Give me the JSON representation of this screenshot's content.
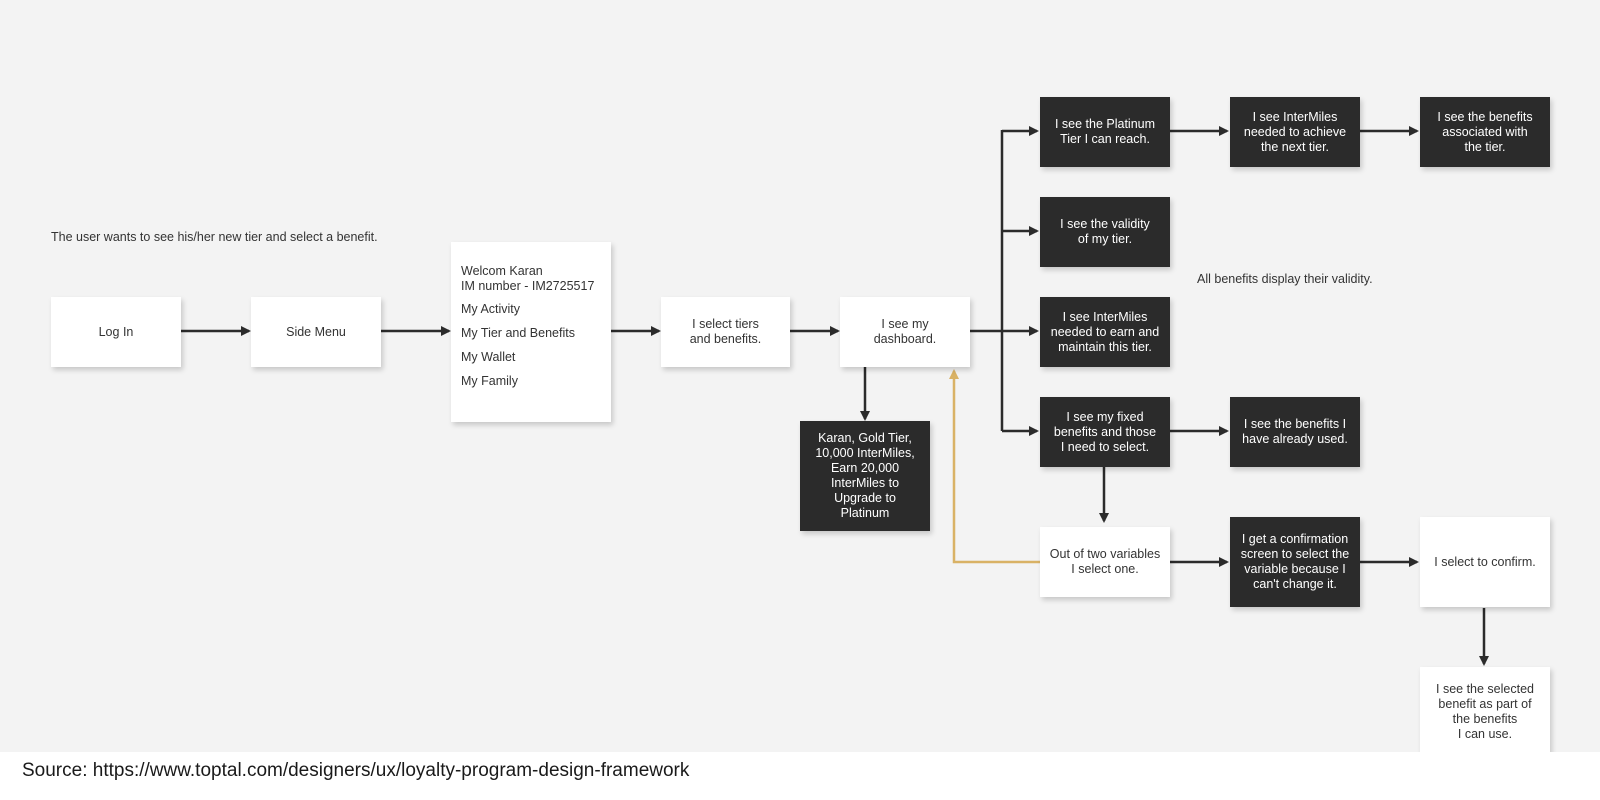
{
  "diagram": {
    "intro_note": "The user wants to see his/her new tier and select a benefit.",
    "validity_note": "All benefits display their validity.",
    "nodes": {
      "login": "Log In",
      "side_menu": "Side Menu",
      "menu_screen": {
        "header": "Welcom Karan\nIM number - IM2725517",
        "items": [
          "My Activity",
          "My Tier and Benefits",
          "My Wallet",
          "My Family"
        ]
      },
      "select_tiers": "I select tiers\nand benefits.",
      "dashboard": "I see my\ndashboard.",
      "dashboard_info": "Karan, Gold Tier,\n10,000 InterMiles,\nEarn 20,000\nInterMiles to\nUpgrade to\nPlatinum",
      "platinum_tier": "I see the Platinum\nTier I can reach.",
      "intermiles_next": "I see InterMiles\nneeded to achieve\nthe next tier.",
      "tier_benefits": "I see the benefits\nassociated with\nthe tier.",
      "validity": "I see the validity\nof my tier.",
      "maintain": "I see InterMiles\nneeded to earn and\nmaintain this tier.",
      "fixed_benefits": "I see my fixed\nbenefits and those\nI need to select.",
      "used_benefits": "I see the benefits I\nhave already used.",
      "two_variables": "Out of two variables\nI select one.",
      "confirmation": "I get a confirmation\nscreen to select the\nvariable because I\ncan't change it.",
      "confirm": "I select to confirm.",
      "selected_benefit": "I see the selected\nbenefit as part of\nthe benefits\nI can use."
    },
    "colors": {
      "background": "#f3f3f3",
      "light_box": "#ffffff",
      "dark_box": "#2b2b2b",
      "arrow": "#2b2b2b",
      "return_arrow": "#d9b265"
    }
  },
  "footer": {
    "source": "Source: https://www.toptal.com/designers/ux/loyalty-program-design-framework"
  }
}
